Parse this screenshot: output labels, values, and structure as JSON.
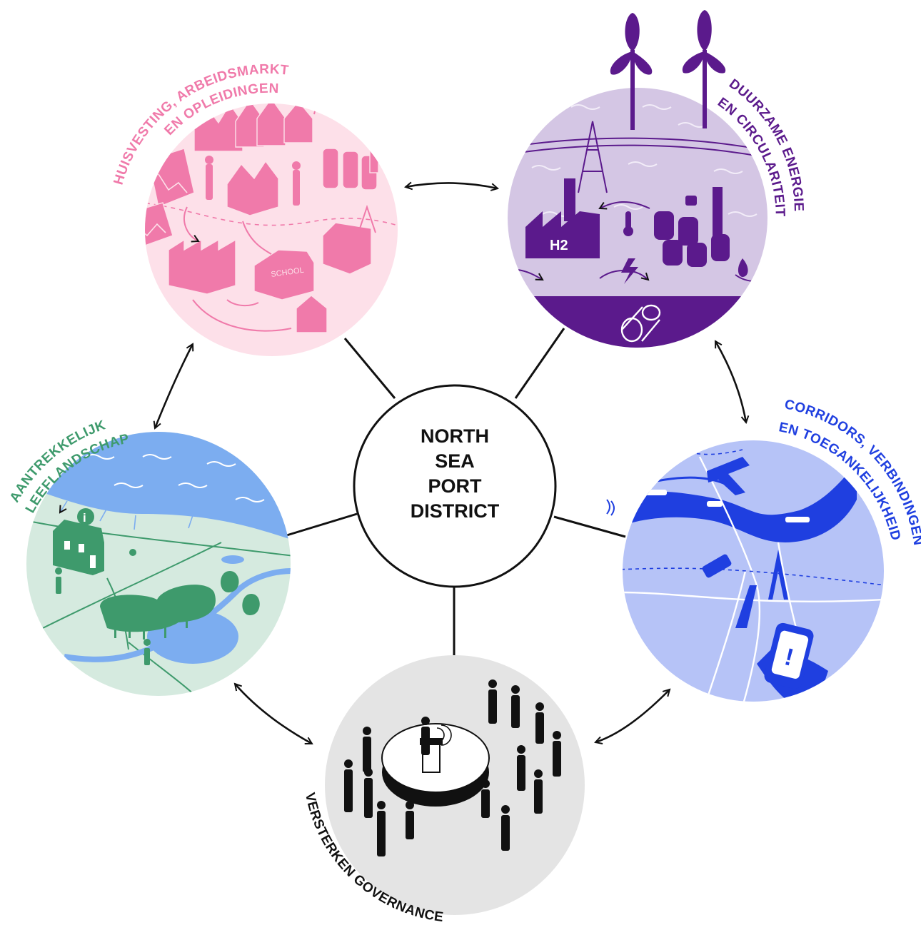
{
  "center": {
    "lines": [
      "NORTH",
      "SEA",
      "PORT",
      "DISTRICT"
    ]
  },
  "themes": {
    "housing": {
      "label_line1": "HUISVESTING, ARBEIDSMARKT",
      "label_line2": "EN OPLEIDINGEN",
      "color": "#f07aaa",
      "bg": "#fde0e9",
      "school_sign": "SCHOOL"
    },
    "energy": {
      "label_line1": "DUURZAME ENERGIE",
      "label_line2": "EN CIRCULARITEIT",
      "color": "#5b1a8c",
      "bg": "#d4c6e4",
      "h2_text": "H2"
    },
    "corridors": {
      "label_line1": "CORRIDORS, VERBINDINGEN",
      "label_line2": "EN TOEGANKELIJKHEID",
      "color": "#1f3fe0",
      "bg": "#b6c3f7",
      "phone_symbol": "!"
    },
    "governance": {
      "label": "VERSTERKEN GOVERNANCE",
      "color": "#111111",
      "bg": "#e4e4e4"
    },
    "landscape": {
      "label_line1": "AANTREKKELIJK",
      "label_line2": "LEEFLANDSCHAP",
      "color": "#3e9a6c",
      "bg": "#d5eadf",
      "info_symbol": "i"
    }
  }
}
